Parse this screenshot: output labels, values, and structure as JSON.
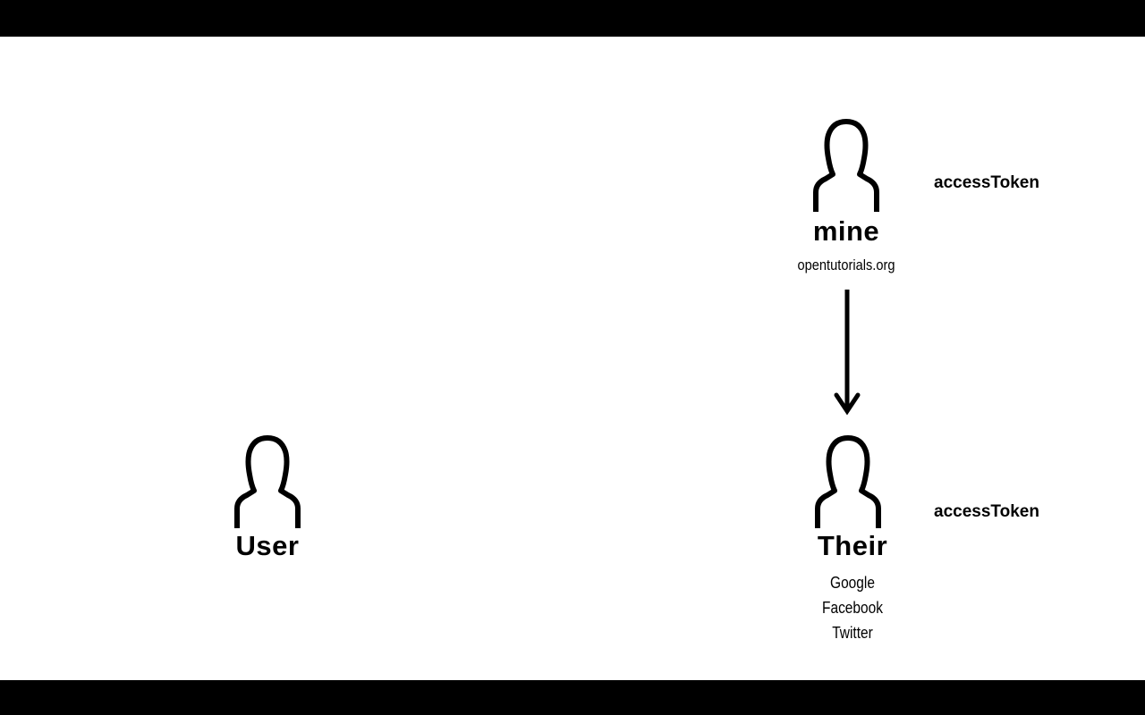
{
  "colors": {
    "background": "#ffffff",
    "letterbox": "#000000",
    "ink": "#000000"
  },
  "icons": {
    "person": "person-outline-icon",
    "arrow": "arrow-down-icon"
  },
  "nodes": {
    "user": {
      "label": "User"
    },
    "mine": {
      "label": "mine",
      "subtitle": "opentutorials.org",
      "token": "accessToken"
    },
    "their": {
      "label": "Their",
      "providers": [
        "Google",
        "Facebook",
        "Twitter"
      ],
      "token": "accessToken"
    }
  }
}
